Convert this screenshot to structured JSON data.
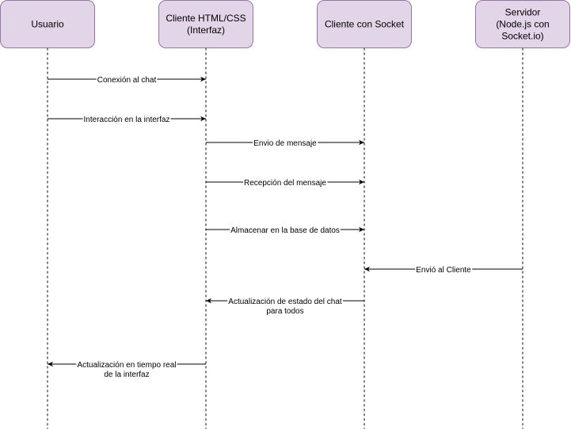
{
  "colors": {
    "actor_fill": "#e1d5e7",
    "actor_stroke": "#9673a6",
    "line": "#000000",
    "label_bg": "#ffffff"
  },
  "actors": [
    {
      "id": "usuario",
      "lines": [
        "Usuario"
      ]
    },
    {
      "id": "cliente-html",
      "lines": [
        "Cliente HTML/CSS",
        "(Interfaz)"
      ]
    },
    {
      "id": "cliente-socket",
      "lines": [
        "Cliente con Socket"
      ]
    },
    {
      "id": "servidor",
      "lines": [
        "Servidor",
        "(Node.js con",
        "Socket.io)"
      ]
    }
  ],
  "messages": [
    {
      "from": 0,
      "to": 1,
      "lines": [
        "Conexión  al chat"
      ]
    },
    {
      "from": 0,
      "to": 1,
      "lines": [
        "Interacción en la interfaz"
      ]
    },
    {
      "from": 1,
      "to": 2,
      "lines": [
        "Envio de mensaje"
      ]
    },
    {
      "from": 1,
      "to": 2,
      "lines": [
        "Recepción del mensaje"
      ]
    },
    {
      "from": 1,
      "to": 2,
      "lines": [
        "Almacenar en la base de datos"
      ]
    },
    {
      "from": 3,
      "to": 2,
      "lines": [
        "Envió al Cliente"
      ]
    },
    {
      "from": 2,
      "to": 1,
      "lines": [
        "Actualización de estado del chat",
        "para todos"
      ]
    },
    {
      "from": 1,
      "to": 0,
      "lines": [
        "Actualización en tiempo real",
        "de la interfaz"
      ]
    }
  ]
}
